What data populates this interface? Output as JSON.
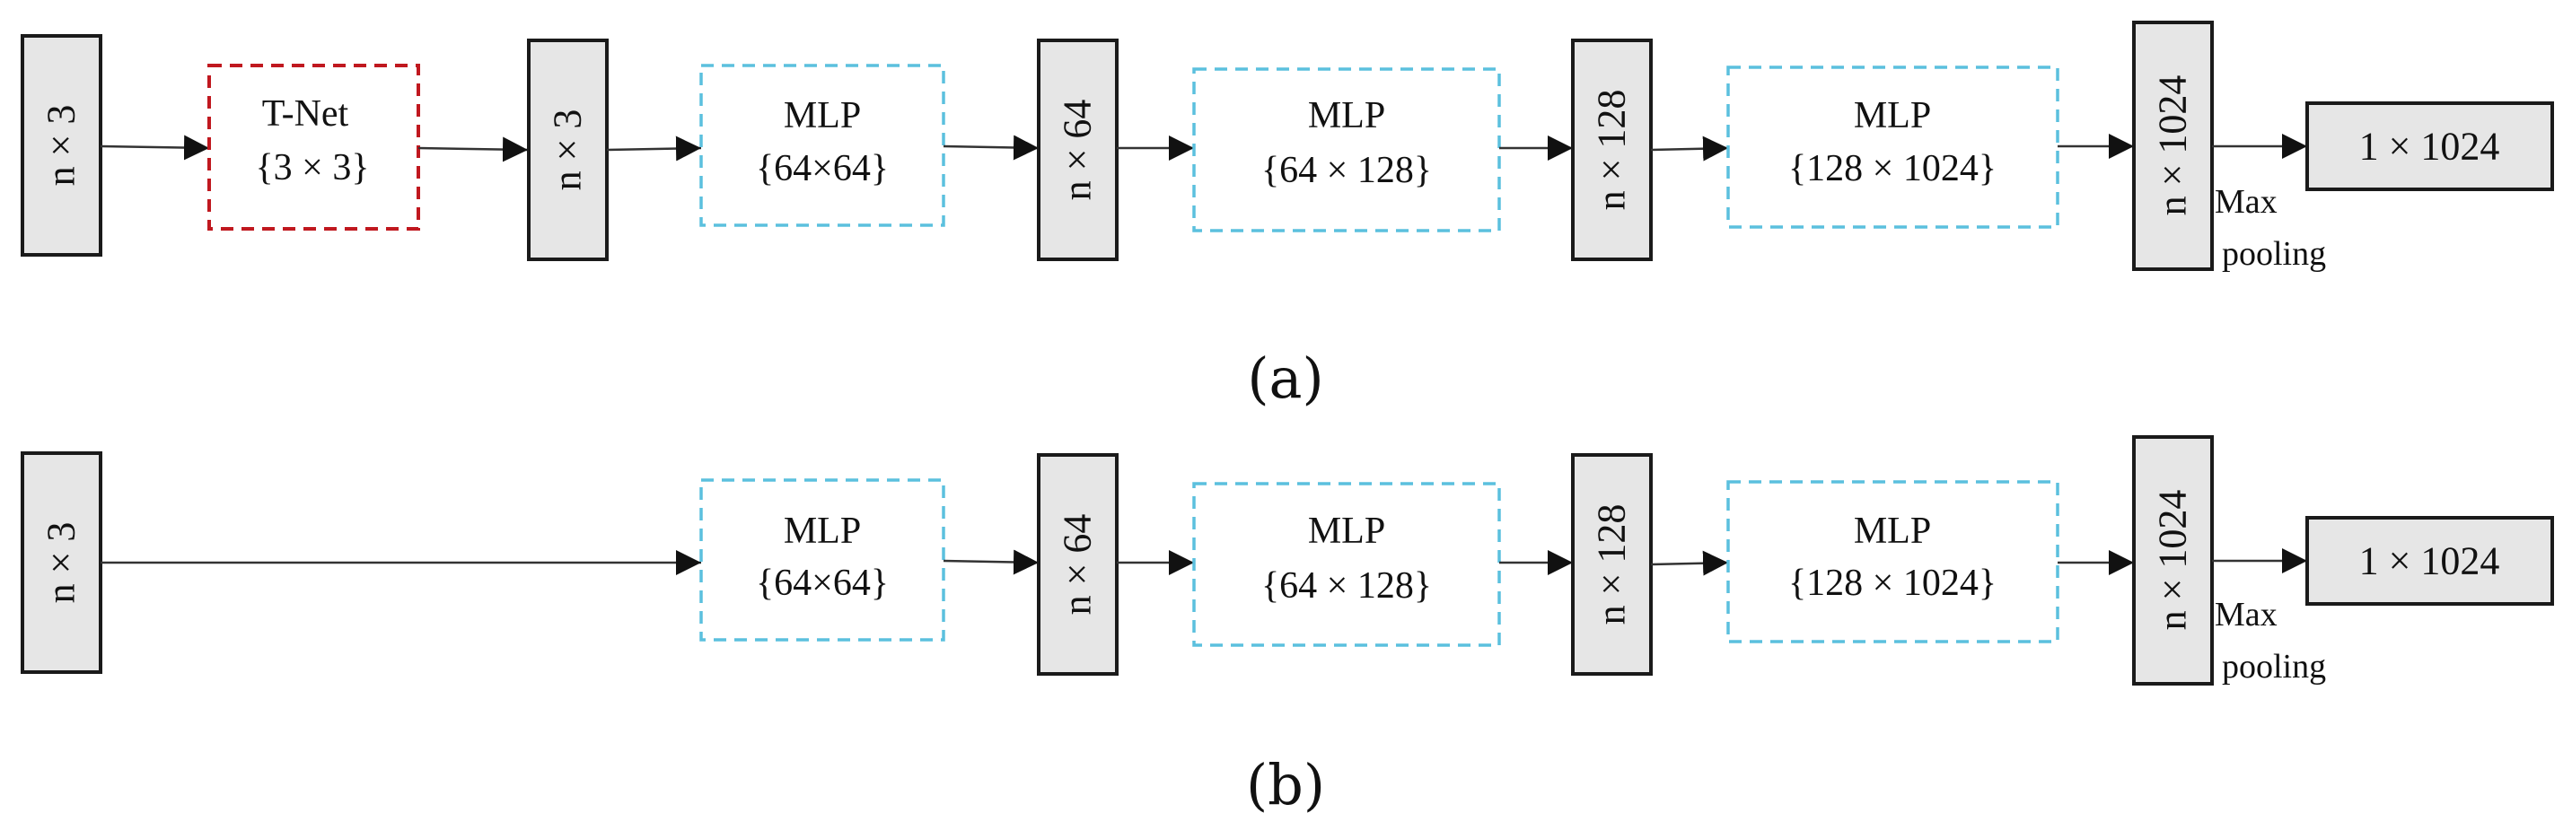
{
  "colors": {
    "tensor_fill": "#e6e6e6",
    "mlp_border": "#5bc0de",
    "tnet_border": "#c0181f"
  },
  "panel_a": {
    "caption": "(a)",
    "input": "n × 3",
    "tnet": {
      "title": "T-Net",
      "size": "{3 × 3}"
    },
    "transformed": "n × 3",
    "mlp1": {
      "title": "MLP",
      "size": "{64×64}"
    },
    "feat64": "n × 64",
    "mlp2": {
      "title": "MLP",
      "size": "{64 × 128}"
    },
    "feat128": "n × 128",
    "mlp3": {
      "title": "MLP",
      "size": "{128 × 1024}"
    },
    "feat1024": "n × 1024",
    "pool_line1": "Max",
    "pool_line2": "pooling",
    "output": "1 × 1024"
  },
  "panel_b": {
    "caption": "(b)",
    "input": "n × 3",
    "mlp1": {
      "title": "MLP",
      "size": "{64×64}"
    },
    "feat64": "n × 64",
    "mlp2": {
      "title": "MLP",
      "size": "{64 × 128}"
    },
    "feat128": "n × 128",
    "mlp3": {
      "title": "MLP",
      "size": "{128 × 1024}"
    },
    "feat1024": "n × 1024",
    "pool_line1": "Max",
    "pool_line2": "pooling",
    "output": "1 × 1024"
  }
}
